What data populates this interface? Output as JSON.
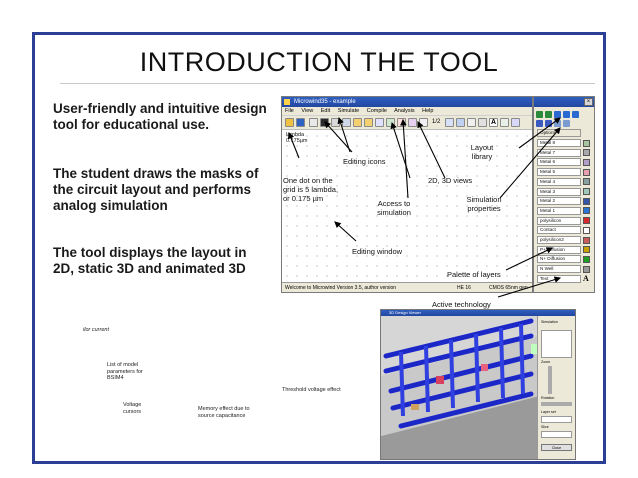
{
  "slide": {
    "title": "INTRODUCTION THE TOOL",
    "bullets": [
      "User-friendly and intuitive design tool for educational use.",
      "The student draws the masks of the circuit layout and performs analog simulation",
      "The tool displays the layout in 2D, static 3D and animated 3D"
    ],
    "faint_labels": {
      "current": "ilor current",
      "model_params": "List of model parameters for BSIM4",
      "threshold": "Threshold voltage effect",
      "voltage_cursors": "Voltage cursors",
      "memory_effect": "Memory effect due to source capacitance"
    }
  },
  "microwind": {
    "window_title": "Microwind35 - example",
    "menu": [
      "File",
      "View",
      "Edit",
      "Simulate",
      "Compile",
      "Analysis",
      "Help"
    ],
    "canvas_unit_line1": "lambda",
    "canvas_unit_line2": "0.175µm",
    "status": {
      "message": "Welcome to Microwind Version 3.5, author version",
      "rule": "HE 16",
      "tech": "CMOS 65nm gen"
    },
    "toolbar_zoom_label": "1/2",
    "toolbar_icons": [
      "open-icon",
      "save-icon",
      "draw-box-icon",
      "draw-line-icon",
      "delete-icon",
      "copy-icon",
      "zoom-in-icon",
      "zoom-out-icon",
      "fit-icon",
      "move-icon",
      "stretch-icon",
      "duplicate-icon",
      "ruler-icon",
      "2d-view-icon",
      "3d-view-icon",
      "analog-sim-icon",
      "process-view-icon",
      "font-icon",
      "compile-icon",
      "layout-library-icon"
    ]
  },
  "palette": {
    "options_label": "Options",
    "layers": [
      {
        "name": "Metal 8",
        "color": "#a9c5a0"
      },
      {
        "name": "Metal 7",
        "color": "#a9a9a9"
      },
      {
        "name": "Metal 6",
        "color": "#b0a0c8"
      },
      {
        "name": "Metal 5",
        "color": "#e8a0b0"
      },
      {
        "name": "Metal 4",
        "color": "#88a0a0"
      },
      {
        "name": "Metal 3",
        "color": "#a0c8b8"
      },
      {
        "name": "Metal 2",
        "color": "#3355aa"
      },
      {
        "name": "Metal 1",
        "color": "#2a74d8"
      },
      {
        "name": "polysilicon",
        "color": "#d8282c"
      },
      {
        "name": "Contact",
        "color": "#ffffff"
      },
      {
        "name": "polysilicon2",
        "color": "#c85a5a"
      },
      {
        "name": "P+ Diffusion",
        "color": "#c8a000"
      },
      {
        "name": "N+ Diffusion",
        "color": "#20a020"
      },
      {
        "name": "N Well",
        "color": "#9a9a9a"
      },
      {
        "name": "Text",
        "color": "#000000"
      }
    ],
    "text_glyph": "A"
  },
  "annotations": {
    "editing_icons": "Editing icons",
    "layout_library": "Layout library",
    "grid_note": "One dot on the grid is 5 lambda, or 0.175 µm",
    "views_2d3d": "2D, 3D views",
    "access_sim": "Access to simulation",
    "sim_props": "Simulation properties",
    "editing_window": "Editing window",
    "palette": "Palette of layers",
    "active_tech": "Active technology"
  },
  "view3d": {
    "title": "3D Design Viewer",
    "panel_items": [
      "Simulation",
      "Zoom",
      "Rotation",
      "Layer set",
      "Slice",
      "Close"
    ]
  }
}
